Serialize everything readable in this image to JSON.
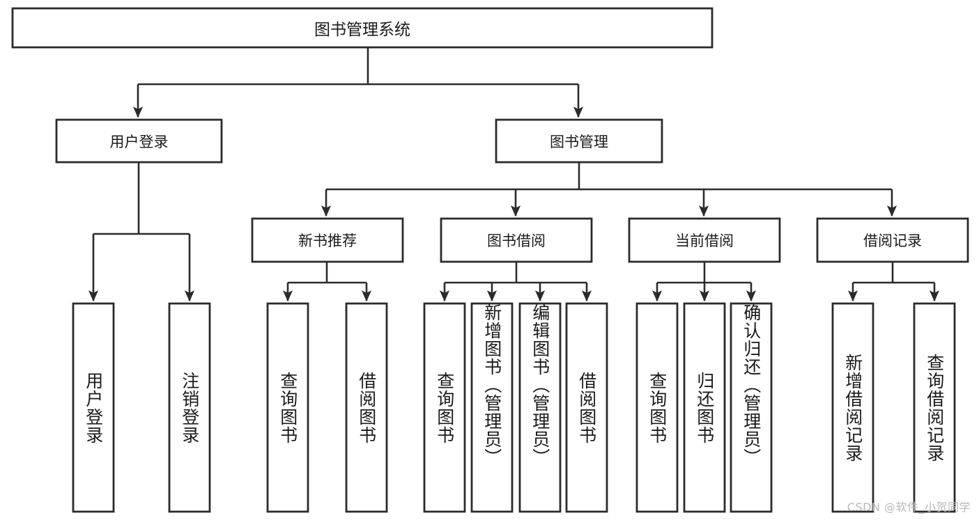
{
  "diagram": {
    "type": "hierarchy-tree",
    "title": "图书管理系统",
    "watermark": "CSDN @软件_小贺同学",
    "colors": {
      "stroke": "#2b2b2b",
      "fill": "#ffffff",
      "background": "#ffffff",
      "watermark": "#b9b9b9"
    },
    "root": {
      "label": "图书管理系统",
      "children": [
        {
          "label": "用户登录",
          "children": [
            {
              "label": "用户登录"
            },
            {
              "label": "注销登录"
            }
          ]
        },
        {
          "label": "图书管理",
          "children": [
            {
              "label": "新书推荐",
              "children": [
                {
                  "label": "查询图书"
                },
                {
                  "label": "借阅图书"
                }
              ]
            },
            {
              "label": "图书借阅",
              "children": [
                {
                  "label": "查询图书"
                },
                {
                  "label": "新增图书（管理员）"
                },
                {
                  "label": "编辑图书（管理员）"
                },
                {
                  "label": "借阅图书"
                }
              ]
            },
            {
              "label": "当前借阅",
              "children": [
                {
                  "label": "查询图书"
                },
                {
                  "label": "归还图书"
                },
                {
                  "label": "确认归还（管理员）"
                }
              ]
            },
            {
              "label": "借阅记录",
              "children": [
                {
                  "label": "新增借阅记录"
                },
                {
                  "label": "查询借阅记录"
                }
              ]
            }
          ]
        }
      ]
    },
    "nodes": {
      "root": {
        "label": "图书管理系统"
      },
      "l1_0": {
        "label": "用户登录"
      },
      "l1_1": {
        "label": "图书管理"
      },
      "l2_0": {
        "label": "新书推荐"
      },
      "l2_1": {
        "label": "图书借阅"
      },
      "l2_2": {
        "label": "当前借阅"
      },
      "l2_3": {
        "label": "借阅记录"
      },
      "leaf_0": {
        "label": "用户登录"
      },
      "leaf_1": {
        "label": "注销登录"
      },
      "leaf_2": {
        "label": "查询图书"
      },
      "leaf_3": {
        "label": "借阅图书"
      },
      "leaf_4": {
        "label": "查询图书"
      },
      "leaf_5": {
        "label": "新增图书（管理员）"
      },
      "leaf_6": {
        "label": "编辑图书（管理员）"
      },
      "leaf_7": {
        "label": "借阅图书"
      },
      "leaf_8": {
        "label": "查询图书"
      },
      "leaf_9": {
        "label": "归还图书"
      },
      "leaf_10": {
        "label": "确认归还（管理员）"
      },
      "leaf_11": {
        "label": "新增借阅记录"
      },
      "leaf_12": {
        "label": "查询借阅记录"
      }
    }
  }
}
